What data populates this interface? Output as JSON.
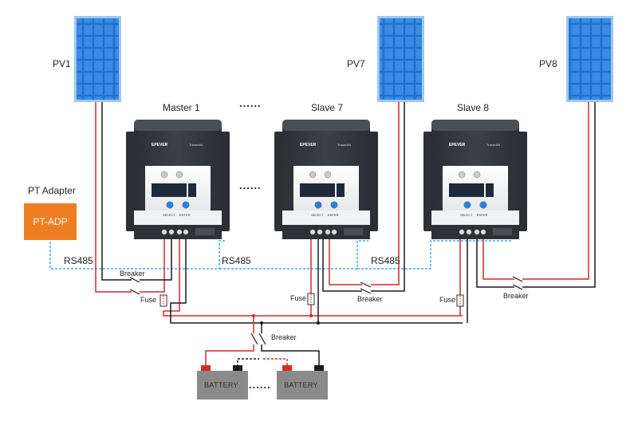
{
  "panels": [
    {
      "label": "PV1"
    },
    {
      "label": "PV7"
    },
    {
      "label": "PV8"
    }
  ],
  "controllers": [
    {
      "title": "Master 1",
      "brand": "EPEVER",
      "model": "TracerAN"
    },
    {
      "title": "Slave 7",
      "brand": "EPEVER",
      "model": "TracerAN"
    },
    {
      "title": "Slave 8",
      "brand": "EPEVER",
      "model": "TracerAN"
    }
  ],
  "controller_buttons": {
    "select": "SELECT",
    "enter": "ENTER"
  },
  "adapter": {
    "caption": "PT Adapter",
    "box_label": "PT-ADP"
  },
  "rs485_labels": [
    "RS485",
    "RS485",
    "RS485"
  ],
  "breaker_label": "Breaker",
  "fuse_label": "Fuse",
  "batteries": [
    {
      "label": "BATTERY"
    },
    {
      "label": "BATTERY"
    }
  ],
  "ellipsis": "......",
  "colors": {
    "positive_wire": "#d42a2a",
    "negative_wire": "#1a1a1a",
    "rs485_line": "#3aa8dd",
    "panel_blue": "#2f7fd6",
    "adapter_orange": "#ef7d22",
    "battery_body": "#8a8a8a"
  }
}
